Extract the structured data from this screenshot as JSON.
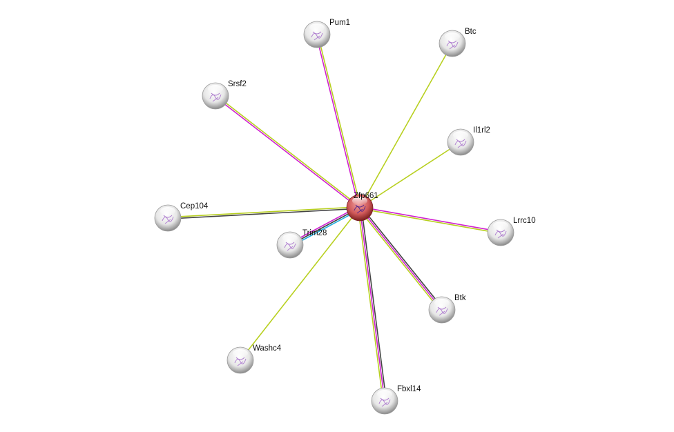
{
  "network": {
    "center": "Zfp661",
    "nodes": [
      {
        "id": "Zfp661",
        "query": true
      },
      {
        "id": "Pum1"
      },
      {
        "id": "Btc"
      },
      {
        "id": "Srsf2"
      },
      {
        "id": "Il1rl2"
      },
      {
        "id": "Cep104"
      },
      {
        "id": "Trim28"
      },
      {
        "id": "Lrrc10"
      },
      {
        "id": "Btk"
      },
      {
        "id": "Washc4"
      },
      {
        "id": "Fbxl14"
      }
    ],
    "edges": [
      {
        "target": "Pum1",
        "colors": [
          "#d020d0",
          "#b8d020"
        ]
      },
      {
        "target": "Btc",
        "colors": [
          "#b8d020"
        ]
      },
      {
        "target": "Srsf2",
        "colors": [
          "#d020d0",
          "#b8d020"
        ]
      },
      {
        "target": "Il1rl2",
        "colors": [
          "#b8d020"
        ]
      },
      {
        "target": "Cep104",
        "colors": [
          "#444444",
          "#b8d020"
        ]
      },
      {
        "target": "Trim28",
        "colors": [
          "#20b0e0",
          "#444444",
          "#d020d0"
        ]
      },
      {
        "target": "Lrrc10",
        "colors": [
          "#d020d0",
          "#b8d020"
        ]
      },
      {
        "target": "Btk",
        "colors": [
          "#444444",
          "#d020d0",
          "#b8d020"
        ]
      },
      {
        "target": "Washc4",
        "colors": [
          "#b8d020"
        ]
      },
      {
        "target": "Fbxl14",
        "colors": [
          "#444444",
          "#d020d0",
          "#b8d020"
        ]
      }
    ],
    "colors": {
      "query_node": "#c84a4a",
      "node": "#e0e0e0"
    }
  }
}
